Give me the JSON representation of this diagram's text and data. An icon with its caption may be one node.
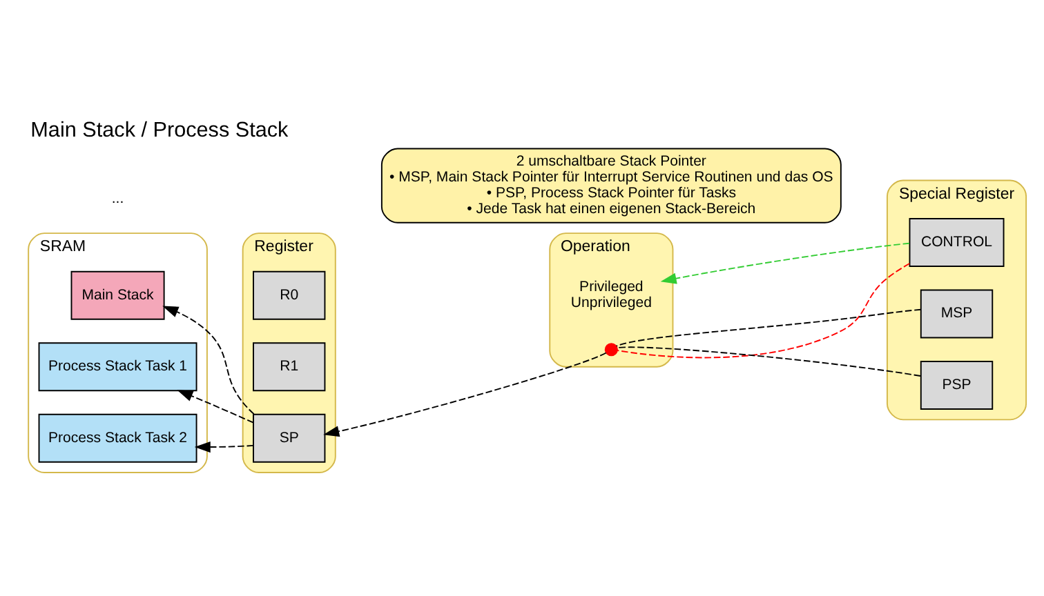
{
  "diagram": {
    "title": "Main Stack / Process Stack",
    "nodes": [
      {
        "text": [
          "2 umschaltbare Stack Pointer",
          "• MSP, Main Stack Pointer für Interrupt Service Routinen und das OS",
          "• PSP, Process Stack Pointer für Tasks",
          "• Jede Task hat einen eigenen Stack-Bereich"
        ]
      },
      {
        "text": [
          "SRAM"
        ]
      },
      {
        "text": [
          "Main Stack"
        ],
        "in": 1
      },
      {
        "text": [
          "Process Stack Task 1"
        ],
        "in": 1
      },
      {
        "text": [
          "Process Stack Task 2"
        ],
        "in": 1
      },
      {
        "text": [
          "Register"
        ]
      },
      {
        "text": [
          "R0"
        ],
        "in": 5
      },
      {
        "text": [
          "R1"
        ],
        "in": 5
      },
      {
        "text": [
          "SP"
        ],
        "in": 5
      },
      {
        "text": [
          "Operation"
        ]
      },
      {
        "text": [
          "Privileged",
          "Unprivileged"
        ],
        "in": 9
      },
      {
        "text": [],
        "shape": "circle",
        "in": 9
      },
      {
        "text": [
          "Special Register"
        ]
      },
      {
        "text": [
          "CONTROL"
        ],
        "in": 12
      },
      {
        "text": [
          "MSP"
        ],
        "in": 12
      },
      {
        "text": [
          "PSP"
        ],
        "in": 12
      }
    ],
    "edges": [
      {
        "from": 8,
        "to": 2,
        "arrow": "to",
        "style": "dashed"
      },
      {
        "from": 8,
        "to": 3,
        "arrow": "to",
        "style": "dashed"
      },
      {
        "from": 8,
        "to": 4,
        "arrow": "to",
        "style": "dashed"
      },
      {
        "from": 14,
        "to": 11,
        "arrow": "none",
        "style": "dashed"
      },
      {
        "from": 15,
        "to": 11,
        "arrow": "none",
        "style": "dashed"
      },
      {
        "from": 11,
        "to": 8,
        "arrow": "to",
        "style": "dashed"
      },
      {
        "from": 13,
        "to": 11,
        "arrow": "none",
        "style": "dashed",
        "color": "#ff0000"
      },
      {
        "from": 13,
        "to": 10,
        "arrow": "to",
        "style": "dashed",
        "color": "#33cc33"
      }
    ],
    "labels": [
      "..."
    ]
  }
}
